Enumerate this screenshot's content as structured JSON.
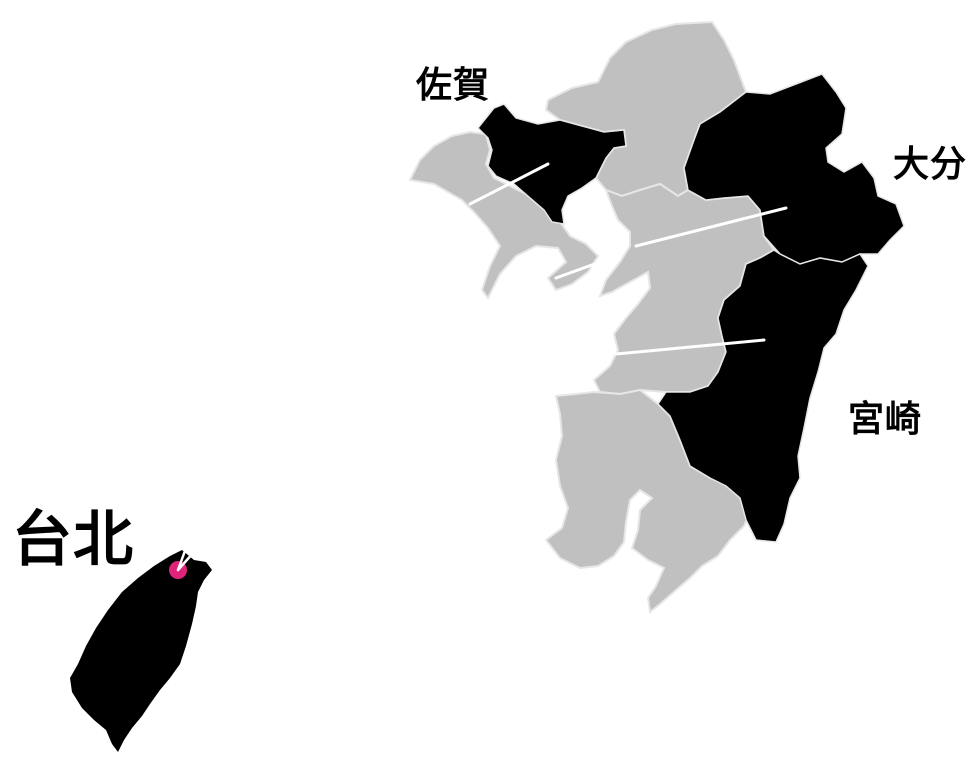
{
  "labels": {
    "saga": "佐賀",
    "oita": "大分",
    "miyazaki": "宮崎",
    "taipei": "台北"
  },
  "colors": {
    "highlighted_prefecture": "#000000",
    "other_prefecture": "#c0c0c0",
    "border": "#e6e6e6",
    "connector_line": "#ffffff",
    "taipei_marker": "#e0247a",
    "background": "#ffffff"
  },
  "highlighted_regions": [
    "佐賀",
    "大分",
    "宮崎",
    "台北"
  ]
}
